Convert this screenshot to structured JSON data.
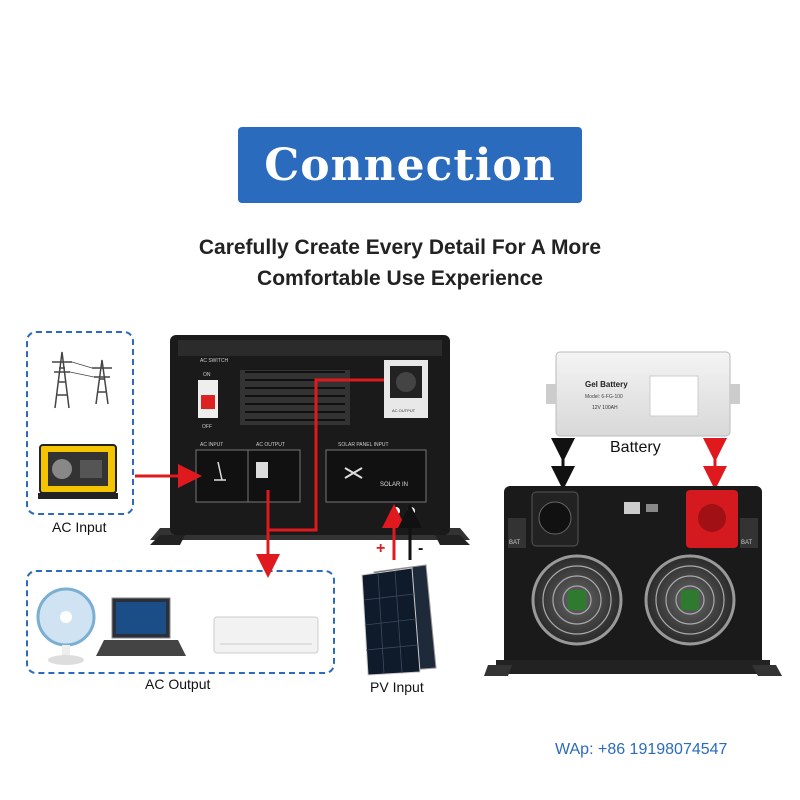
{
  "title": "Connection",
  "subtitle": {
    "line1": "Carefully Create Every Detail For A More",
    "line2": "Comfortable Use Experience"
  },
  "labels": {
    "ac_input": "AC Input",
    "ac_output": "AC Output",
    "pv_input": "PV Input",
    "battery": "Battery",
    "plus": "+",
    "minus": "-"
  },
  "inverter_panel": {
    "switch": "AC SWITCH",
    "on": "ON",
    "off": "OFF",
    "ac_input": "AC INPUT",
    "ac_output": "AC OUTPUT",
    "solar_panel_input": "SOLAR PANEL INPUT",
    "solar_in": "SOLAR IN",
    "socket_label": "AC OUTPUT"
  },
  "battery_box": {
    "brand": "Gel Battery",
    "model": "Model: 6-FG-100",
    "spec": "12V 100AH"
  },
  "front_panel": {
    "bat_left": "BAT",
    "bat_right": "BAT"
  },
  "contact": "WAp: +86 19198074547",
  "colors": {
    "accent": "#2a6bbd",
    "arrow_red": "#e0191e",
    "inverter_body": "#1a1a1a"
  }
}
